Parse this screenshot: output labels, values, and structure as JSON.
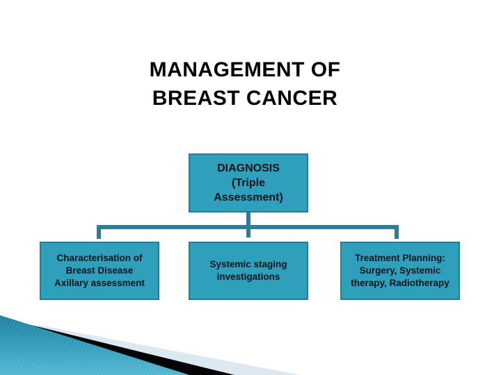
{
  "slide": {
    "title_lines": [
      "MANAGEMENT OF",
      "BREAST CANCER"
    ],
    "title_color": "#000000",
    "background_color": "#FFFFFF"
  },
  "diagram": {
    "root_box": {
      "name": "diagnosis",
      "lines": [
        "DIAGNOSIS",
        "(Triple",
        "Assessment)"
      ]
    },
    "child_boxes": [
      {
        "name": "characterisation",
        "lines": [
          "Characterisation of",
          "Breast Disease",
          "Axillary assessment"
        ]
      },
      {
        "name": "systemic-staging",
        "lines": [
          "Systemic staging",
          "investigations"
        ]
      },
      {
        "name": "treatment-planning",
        "lines": [
          "Treatment Planning:",
          "Surgery, Systemic",
          "therapy, Radiotherapy"
        ]
      }
    ],
    "colors": {
      "box_fill": "#2EA0BC",
      "box_border": "#1F7E9A",
      "connector": "#2C7D97",
      "box_text": "#02121C"
    }
  },
  "decoration": {
    "wedge_teal_dark": "#15718F",
    "wedge_teal_light": "#52B9D2",
    "wedge_black": "#050505",
    "wedge_pale": "#DCE9F1"
  }
}
